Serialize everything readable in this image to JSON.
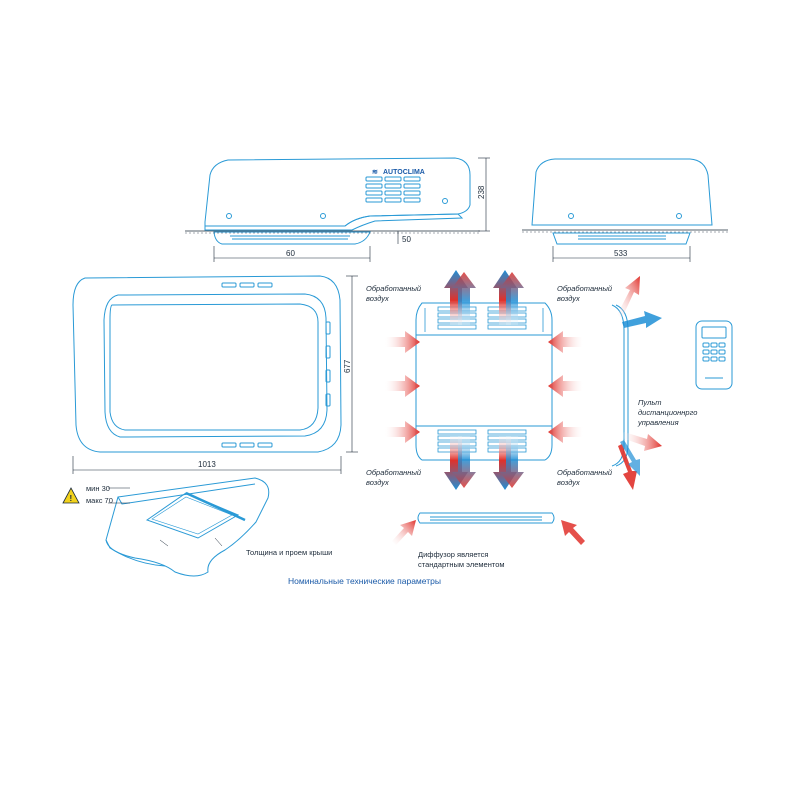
{
  "brand": {
    "logo_text": "AUTOCLIMA"
  },
  "dimensions": {
    "height": "238",
    "front_depth": "60",
    "front_offset": "50",
    "side_width": "533",
    "top_length": "677",
    "top_width": "1013"
  },
  "airflow": {
    "treated_air_tl": [
      "Обработанный",
      "воздух"
    ],
    "treated_air_tr": [
      "Обработанный",
      "воздух"
    ],
    "treated_air_bl": [
      "Обработанный",
      "воздух"
    ],
    "treated_air_br": [
      "Обработанный",
      "воздух"
    ]
  },
  "remote": {
    "label": [
      "Пульт",
      "дистанционнрго",
      "управления"
    ]
  },
  "roof": {
    "warning_icon": "warning-triangle-icon",
    "min_label": "мин 30",
    "max_label": "макс 70",
    "label": "Толщина и проем крыши"
  },
  "diffuser": {
    "label": [
      "Диффузор является",
      "стандартным элементом"
    ]
  },
  "caption": "Номинальные технические параметры",
  "colors": {
    "outline": "#2a9ad6",
    "hot": "#e0312b",
    "cold": "#1f8fd6",
    "text": "#1d2b3a",
    "caption": "#1a5aa8"
  }
}
